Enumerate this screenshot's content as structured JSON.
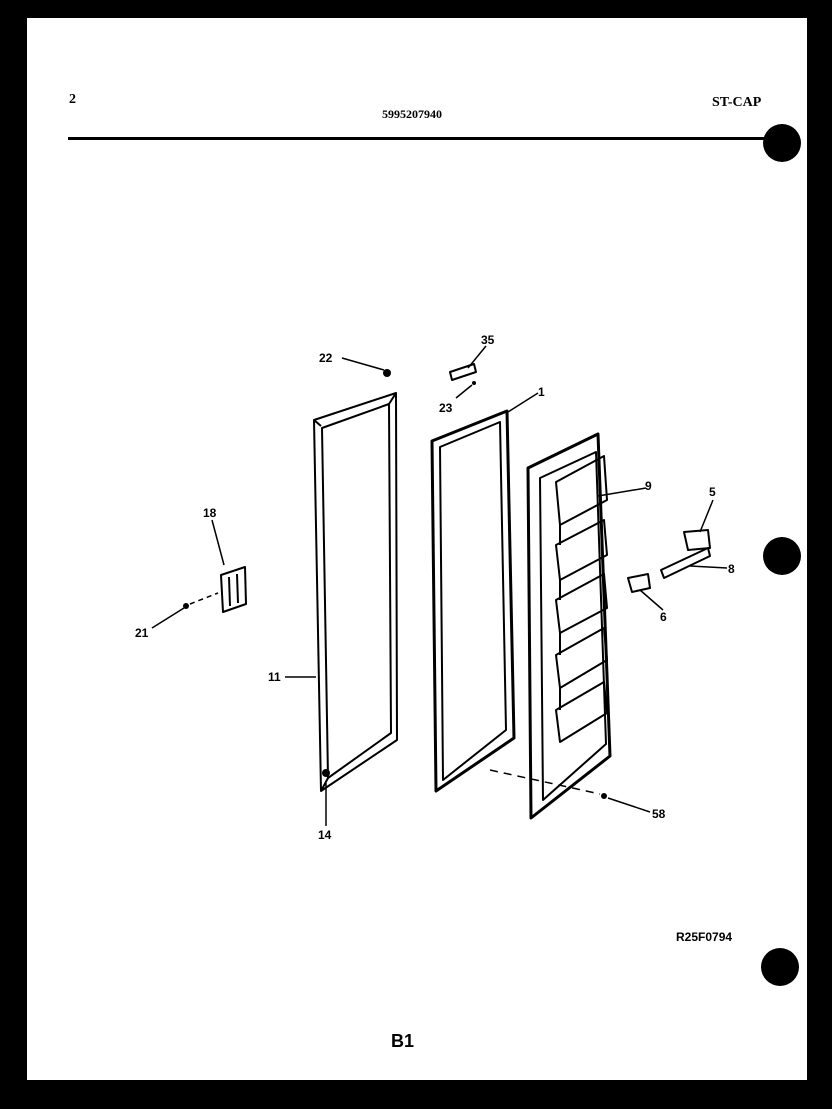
{
  "header": {
    "page_number": "2",
    "part_number": "5995207940",
    "model_code": "ST-CAP"
  },
  "callouts": {
    "c35": "35",
    "c22": "22",
    "c23": "23",
    "c1": "1",
    "c9": "9",
    "c5": "5",
    "c8": "8",
    "c6": "6",
    "c18": "18",
    "c21": "21",
    "c11": "11",
    "c14": "14",
    "c58": "58"
  },
  "footer": {
    "drawing_id": "R25F0794",
    "section_code": "B1"
  }
}
